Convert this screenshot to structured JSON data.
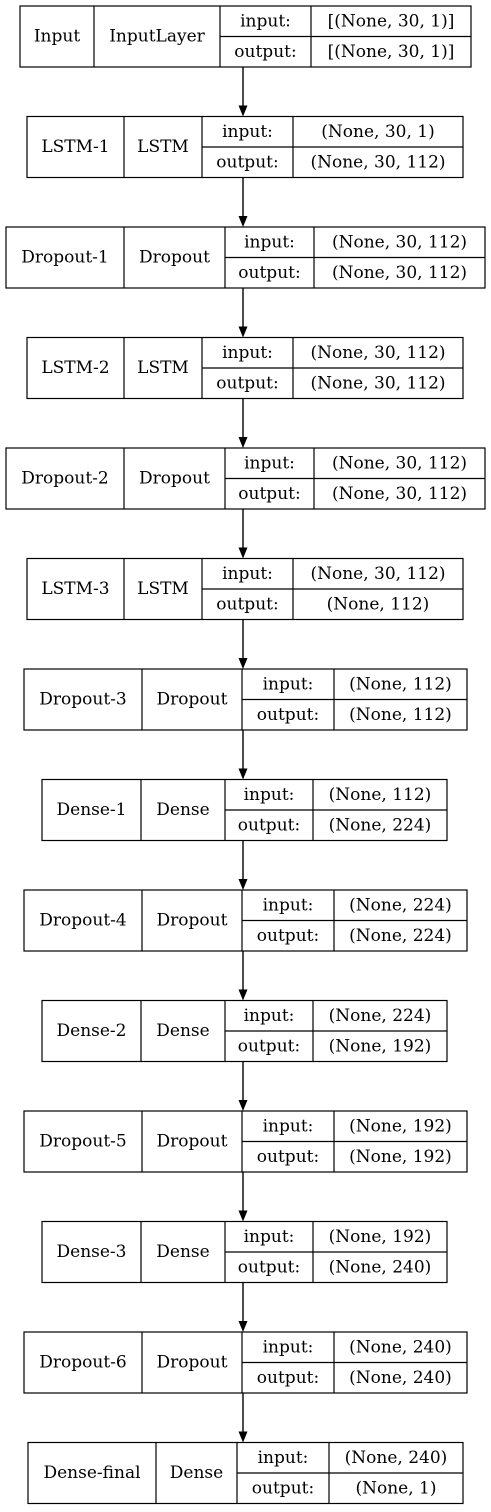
{
  "layers": [
    {
      "name": "Input",
      "type": "InputLayer",
      "input_label": "input:",
      "output_label": "output:",
      "input_shape": "[(None, 30, 1)]",
      "output_shape": "[(None, 30, 1)]"
    },
    {
      "name": "LSTM-1",
      "type": "LSTM",
      "input_label": "input:",
      "output_label": "output:",
      "input_shape": "(None, 30, 1)",
      "output_shape": "(None, 30, 112)"
    },
    {
      "name": "Dropout-1",
      "type": "Dropout",
      "input_label": "input:",
      "output_label": "output:",
      "input_shape": "(None, 30, 112)",
      "output_shape": "(None, 30, 112)"
    },
    {
      "name": "LSTM-2",
      "type": "LSTM",
      "input_label": "input:",
      "output_label": "output:",
      "input_shape": "(None, 30, 112)",
      "output_shape": "(None, 30, 112)"
    },
    {
      "name": "Dropout-2",
      "type": "Dropout",
      "input_label": "input:",
      "output_label": "output:",
      "input_shape": "(None, 30, 112)",
      "output_shape": "(None, 30, 112)"
    },
    {
      "name": "LSTM-3",
      "type": "LSTM",
      "input_label": "input:",
      "output_label": "output:",
      "input_shape": "(None, 30, 112)",
      "output_shape": "(None, 112)"
    },
    {
      "name": "Dropout-3",
      "type": "Dropout",
      "input_label": "input:",
      "output_label": "output:",
      "input_shape": "(None, 112)",
      "output_shape": "(None, 112)"
    },
    {
      "name": "Dense-1",
      "type": "Dense",
      "input_label": "input:",
      "output_label": "output:",
      "input_shape": "(None, 112)",
      "output_shape": "(None, 224)"
    },
    {
      "name": "Dropout-4",
      "type": "Dropout",
      "input_label": "input:",
      "output_label": "output:",
      "input_shape": "(None, 224)",
      "output_shape": "(None, 224)"
    },
    {
      "name": "Dense-2",
      "type": "Dense",
      "input_label": "input:",
      "output_label": "output:",
      "input_shape": "(None, 224)",
      "output_shape": "(None, 192)"
    },
    {
      "name": "Dropout-5",
      "type": "Dropout",
      "input_label": "input:",
      "output_label": "output:",
      "input_shape": "(None, 192)",
      "output_shape": "(None, 192)"
    },
    {
      "name": "Dense-3",
      "type": "Dense",
      "input_label": "input:",
      "output_label": "output:",
      "input_shape": "(None, 192)",
      "output_shape": "(None, 240)"
    },
    {
      "name": "Dropout-6",
      "type": "Dropout",
      "input_label": "input:",
      "output_label": "output:",
      "input_shape": "(None, 240)",
      "output_shape": "(None, 240)"
    },
    {
      "name": "Dense-final",
      "type": "Dense",
      "input_label": "input:",
      "output_label": "output:",
      "input_shape": "(None, 240)",
      "output_shape": "(None, 1)"
    }
  ],
  "edges": [
    [
      0,
      1
    ],
    [
      1,
      2
    ],
    [
      2,
      3
    ],
    [
      3,
      4
    ],
    [
      4,
      5
    ],
    [
      5,
      6
    ],
    [
      6,
      7
    ],
    [
      7,
      8
    ],
    [
      8,
      9
    ],
    [
      9,
      10
    ],
    [
      10,
      11
    ],
    [
      11,
      12
    ],
    [
      12,
      13
    ]
  ]
}
